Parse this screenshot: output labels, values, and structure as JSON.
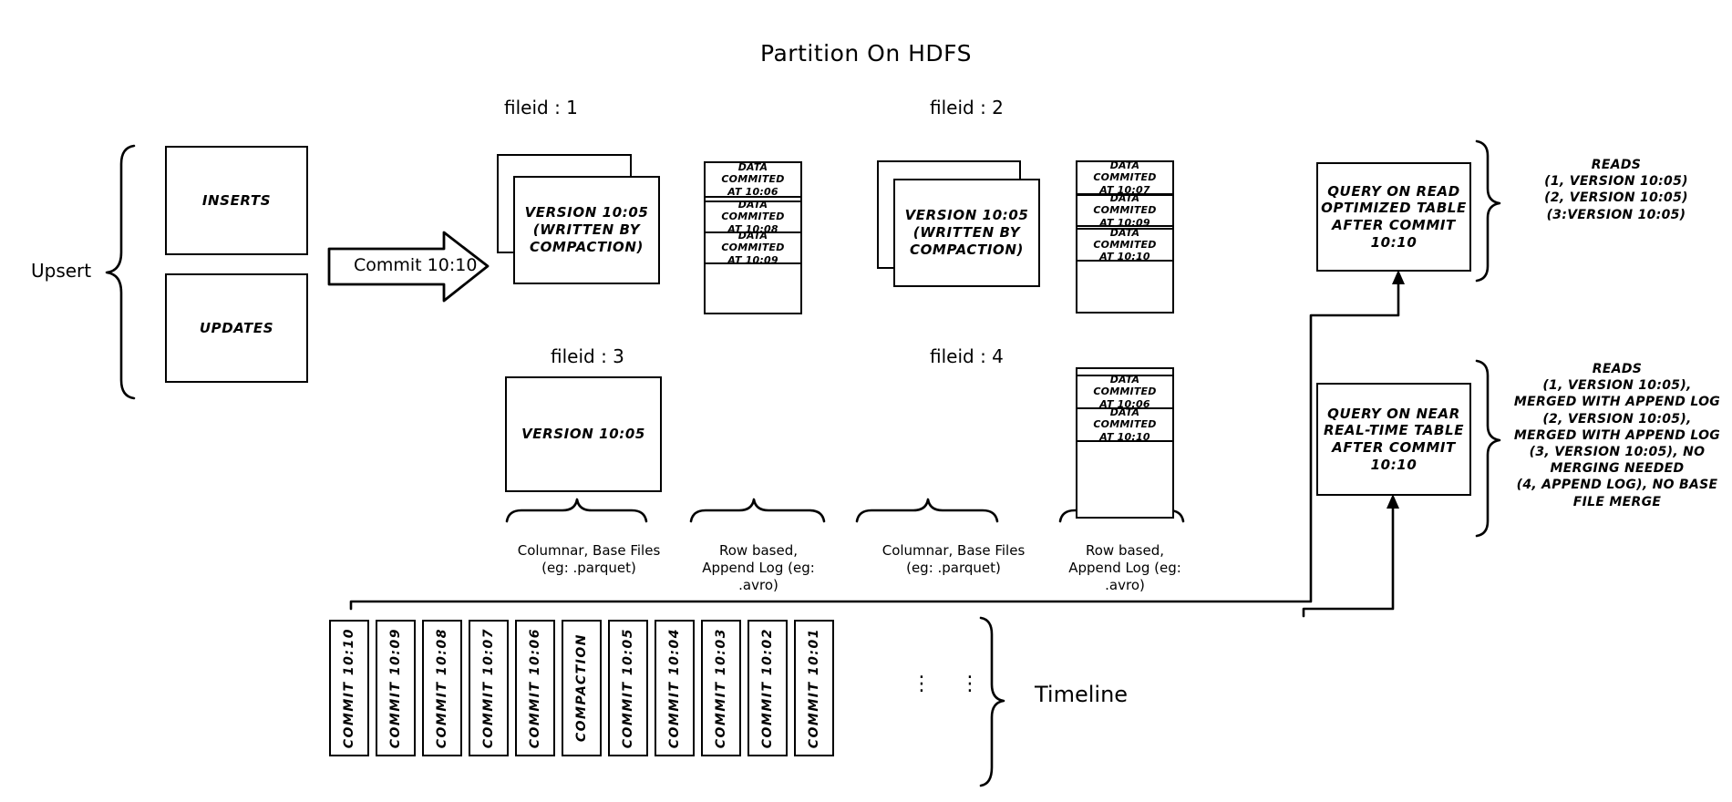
{
  "title": "Partition On HDFS",
  "upsert": {
    "label": "Upsert",
    "inserts_label": "INSERTS",
    "updates_label": "UPDATES"
  },
  "commit_arrow": {
    "label": "Commit 10:10"
  },
  "filegroups": [
    {
      "id": "fileid-1",
      "heading": "fileid : 1",
      "base_file": {
        "lines": [
          "VERSION 10:05",
          "(WRITTEN BY",
          "COMPACTION)"
        ],
        "stacked": true
      },
      "log_entries": [
        [
          "DATA COMMITED",
          "AT 10:06"
        ],
        [
          "DATA COMMITED",
          "AT 10:08"
        ],
        [
          "DATA COMMITED",
          "AT 10:09"
        ]
      ]
    },
    {
      "id": "fileid-2",
      "heading": "fileid : 2",
      "base_file": {
        "lines": [
          "VERSION 10:05",
          "(WRITTEN BY",
          "COMPACTION)"
        ],
        "stacked": true
      },
      "log_entries": [
        [
          "DATA COMMITED",
          "AT 10:07"
        ],
        [
          "DATA COMMITED",
          "AT 10:09"
        ],
        [
          "DATA COMMITED",
          "AT 10:10"
        ]
      ]
    },
    {
      "id": "fileid-3",
      "heading": "fileid : 3",
      "base_file": {
        "lines": [
          "VERSION 10:05"
        ],
        "stacked": false
      },
      "log_entries": []
    },
    {
      "id": "fileid-4",
      "heading": "fileid : 4",
      "base_file": null,
      "log_entries": [
        [
          "DATA COMMITED",
          "AT 10:06"
        ],
        [
          "DATA COMMITED",
          "AT 10:10"
        ]
      ]
    }
  ],
  "captions": {
    "columnar_left": [
      "Columnar, Base Files",
      "(eg: .parquet)"
    ],
    "rowlog_left": [
      "Row based,",
      "Append Log  (eg:",
      ".avro)"
    ],
    "columnar_right": [
      "Columnar, Base Files",
      "(eg: .parquet)"
    ],
    "rowlog_right": [
      "Row based,",
      "Append Log  (eg:",
      ".avro)"
    ]
  },
  "queries": [
    {
      "id": "read-optimized",
      "box_lines": [
        "QUERY ON READ",
        "OPTIMIZED TABLE",
        "AFTER COMMIT",
        "10:10"
      ],
      "reads_lines": [
        "READS",
        "(1, VERSION 10:05)",
        "(2, VERSION 10:05)",
        "(3:VERSION 10:05)"
      ]
    },
    {
      "id": "near-real-time",
      "box_lines": [
        "QUERY ON NEAR",
        "REAL-TIME TABLE",
        "AFTER COMMIT",
        "10:10"
      ],
      "reads_lines": [
        "READS",
        "(1, VERSION 10:05),",
        "MERGED WITH APPEND LOG",
        "(2, VERSION 10:05),",
        "MERGED WITH APPEND LOG",
        "(3, VERSION 10:05), NO",
        "MERGING NEEDED",
        "(4, APPEND LOG), NO BASE",
        "FILE MERGE"
      ]
    }
  ],
  "timeline": {
    "label": "Timeline",
    "ellipsis": [
      "⋮",
      "⋮"
    ],
    "entries": [
      "COMMIT  10:10",
      "COMMIT  10:09",
      "COMMIT  10:08",
      "COMMIT  10:07",
      "COMMIT  10:06",
      "COMPACTION",
      "COMMIT  10:05",
      "COMMIT  10:04",
      "COMMIT  10:03",
      "COMMIT  10:02",
      "COMMIT  10:01"
    ]
  },
  "colors": {
    "stroke": "#000000",
    "background": "#ffffff"
  }
}
